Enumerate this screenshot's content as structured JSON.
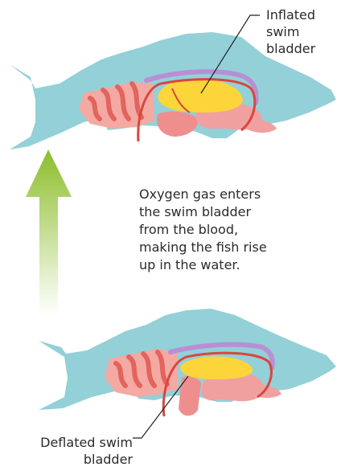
{
  "labels": {
    "inflated": "Inflated\nswim\nbladder",
    "explanation": "Oxygen gas enters\nthe swim bladder\nfrom the blood,\nmaking the fish rise\nup in the water.",
    "deflated": "Deflated swim\nbladder"
  },
  "colors": {
    "fish_body": "#93d0d8",
    "muscle": "#f4a9a3",
    "muscle_stripe": "#e2645d",
    "swim_bladder": "#fbd53a",
    "gut": "#f1a0a0",
    "liver": "#ee8f8e",
    "kidney": "#b88fd4",
    "blood_vessel": "#d8473f",
    "arrow_top": "#8cbd2a",
    "arrow_bottom": "#ffffff"
  },
  "icons": {
    "arrow": "up-arrow-icon"
  }
}
